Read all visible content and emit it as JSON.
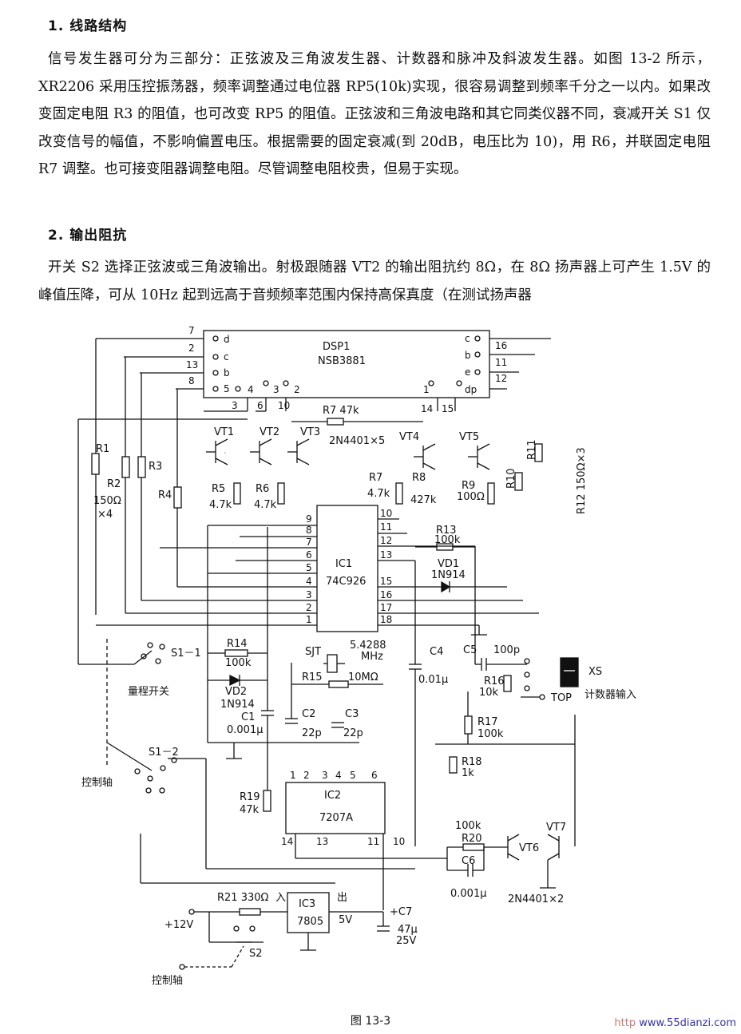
{
  "section1": {
    "heading": "1. 线路结构",
    "paragraph": "信号发生器可分为三部分：正弦波及三角波发生器、计数器和脉冲及斜波发生器。如图 13-2 所示，XR2206 采用压控振荡器，频率调整通过电位器 RP5(10k)实现，很容易调整到频率千分之一以内。如果改变固定电阻 R3 的阻值，也可改变 RP5 的阻值。正弦波和三角波电路和其它同类仪器不同，衰减开关 S1 仅改变信号的幅值，不影响偏置电压。根据需要的固定衰减(到 20dB，电压比为 10)，用 R6，并联固定电阻 R7 调整。也可接变阻器调整电阻。尽管调整电阻校贵，但易于实现。"
  },
  "section2": {
    "heading": "2. 输出阻抗",
    "paragraph": "开关 S2 选择正弦波或三角波输出。射极跟随器 VT2 的输出阻抗约 8Ω，在 8Ω 扬声器上可产生 1.5V 的峰值压降，可从 10Hz 起到远高于音频频率范围内保持高保真度（在测试扬声器"
  },
  "figure": {
    "caption": "图 13-3",
    "display": {
      "name": "DSP1",
      "part": "NSB3881"
    },
    "display_left_pins": [
      {
        "num": "7",
        "seg": "d"
      },
      {
        "num": "2",
        "seg": "c"
      },
      {
        "num": "13",
        "seg": "b"
      },
      {
        "num": "8",
        "seg": "5"
      }
    ],
    "display_right_pins": [
      {
        "seg": "c"
      },
      {
        "seg": "b",
        "num": "16"
      },
      {
        "seg": "e",
        "num": "11"
      },
      {
        "num": "12"
      }
    ],
    "display_bottom_pins": [
      "4",
      "3",
      "2",
      "1",
      "dp"
    ],
    "wire_numbers": [
      "3",
      "6",
      "10",
      "14",
      "15"
    ],
    "transistors": [
      "VT1",
      "VT2",
      "VT3",
      "VT4",
      "VT5"
    ],
    "transistor_note": "2N4401×5",
    "r7_top": "R7 47k",
    "resistors_left": [
      "R1",
      "R2",
      "R3",
      "R4"
    ],
    "r2_value": "150Ω",
    "r2_mult": "×4",
    "r5": "R5",
    "r5_val": "4.7k",
    "r6": "R6",
    "r6_val": "4.7k",
    "r7": "R7",
    "r7_val": "4.7k",
    "r8": "R8",
    "r8_val": "427k",
    "r9": "R9",
    "r9_val": "100Ω",
    "r10": "R10",
    "r11": "R11",
    "r12": "R12 150Ω×3",
    "ic1": {
      "name": "IC1",
      "part": "74C926"
    },
    "ic1_left_pins": [
      "9",
      "8",
      "7",
      "6",
      "5",
      "4",
      "3",
      "2",
      "1"
    ],
    "ic1_right_pins": [
      "10",
      "11",
      "12",
      "13",
      "15",
      "16",
      "17",
      "18"
    ],
    "r13": "R13",
    "r13_val": "100k",
    "vd1": "VD1",
    "vd1_val": "1N914",
    "s1_1": "S1－1",
    "range_switch": "量程开关",
    "r14": "R14",
    "r14_val": "100k",
    "vd2": "VD2",
    "vd2_val": "1N914",
    "sjt": "SJT",
    "xtal": "5.4288",
    "xtal_unit": "MHz",
    "r15": "R15",
    "r15_val": "10MΩ",
    "c1": "C1",
    "c1_val": "0.001μ",
    "c2": "C2",
    "c2_val": "22p",
    "c3": "C3",
    "c3_val": "22p",
    "c4": "C4",
    "c4_val": "0.01μ",
    "c5": "C5",
    "c5_val": "100p",
    "r16": "R16",
    "r16_val": "10k",
    "xs": "XS",
    "counter_input": "计数器输入",
    "top": "TOP",
    "r17": "R17",
    "r17_val": "100k",
    "r18": "R18",
    "r18_val": "1k",
    "s1_2": "S1－2",
    "control_shaft": "控制轴",
    "r19": "R19",
    "r19_val": "47k",
    "ic2": {
      "name": "IC2",
      "part": "7207A"
    },
    "ic2_top_pins": [
      "1",
      "2",
      "3",
      "4",
      "5",
      "6"
    ],
    "ic2_bottom_pins": [
      "14",
      "13",
      "11",
      "10"
    ],
    "r20_val": "100k",
    "r20": "R20",
    "c6": "C6",
    "c6_val": "0.001μ",
    "vt6": "VT6",
    "vt7": "VT7",
    "transistor_note2": "2N4401×2",
    "r21": "R21 330Ω",
    "ic3": {
      "name": "IC3",
      "part": "7805"
    },
    "in_label": "入",
    "out_label": "出",
    "out_v": "5V",
    "supply": "+12V",
    "c7": "+C7",
    "c7_val": "47μ",
    "c7_v": "25V",
    "s2": "S2"
  },
  "watermark": {
    "prefix": "http",
    "site": "www.55dianzi.com"
  }
}
